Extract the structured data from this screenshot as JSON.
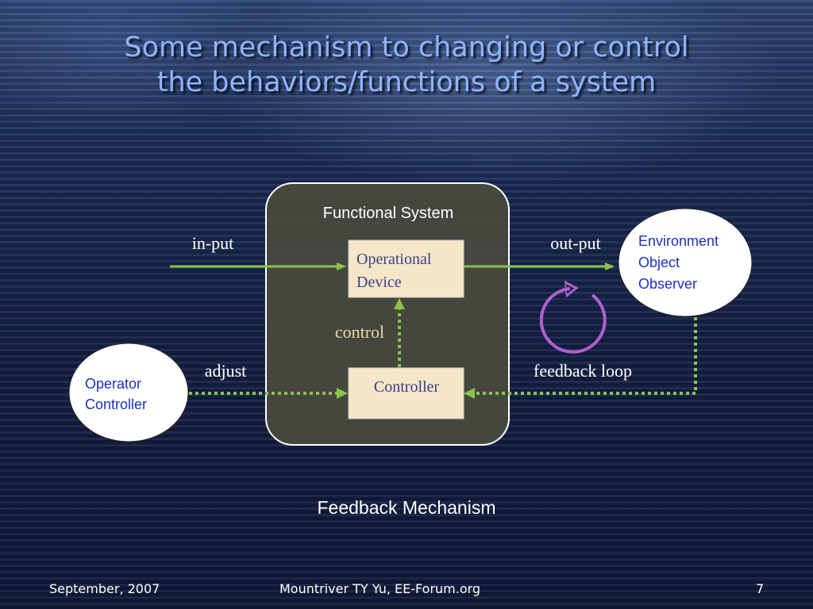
{
  "slide": {
    "title_line1": "Some mechanism to changing or control",
    "title_line2": "the behaviors/functions of a system",
    "caption": "Feedback Mechanism"
  },
  "diagram": {
    "functional_system_label": "Functional System",
    "operational_device_line1": "Operational",
    "operational_device_line2": "Device",
    "controller_label": "Controller",
    "input_label": "in-put",
    "output_label": "out-put",
    "control_label": "control",
    "adjust_label": "adjust",
    "feedback_label": "feedback loop",
    "environment_line1": "Environment",
    "environment_line2": "Object",
    "environment_line3": "Observer",
    "operator_line1": "Operator",
    "operator_line2": "Controller",
    "feedback_icon": "circular-arrow-icon"
  },
  "colors": {
    "title": "#8fb4ff",
    "arrow_green": "#8bc34a",
    "feedback_purple": "#b060d0",
    "box_fill": "#f5e6c8",
    "system_fill": "#4a4b3f",
    "label_tan": "#e8d9a8",
    "ellipse_text": "#1b2fbf"
  },
  "footer": {
    "date": "September, 2007",
    "author": "Mountriver TY Yu, EE-Forum.org",
    "page": "7"
  }
}
